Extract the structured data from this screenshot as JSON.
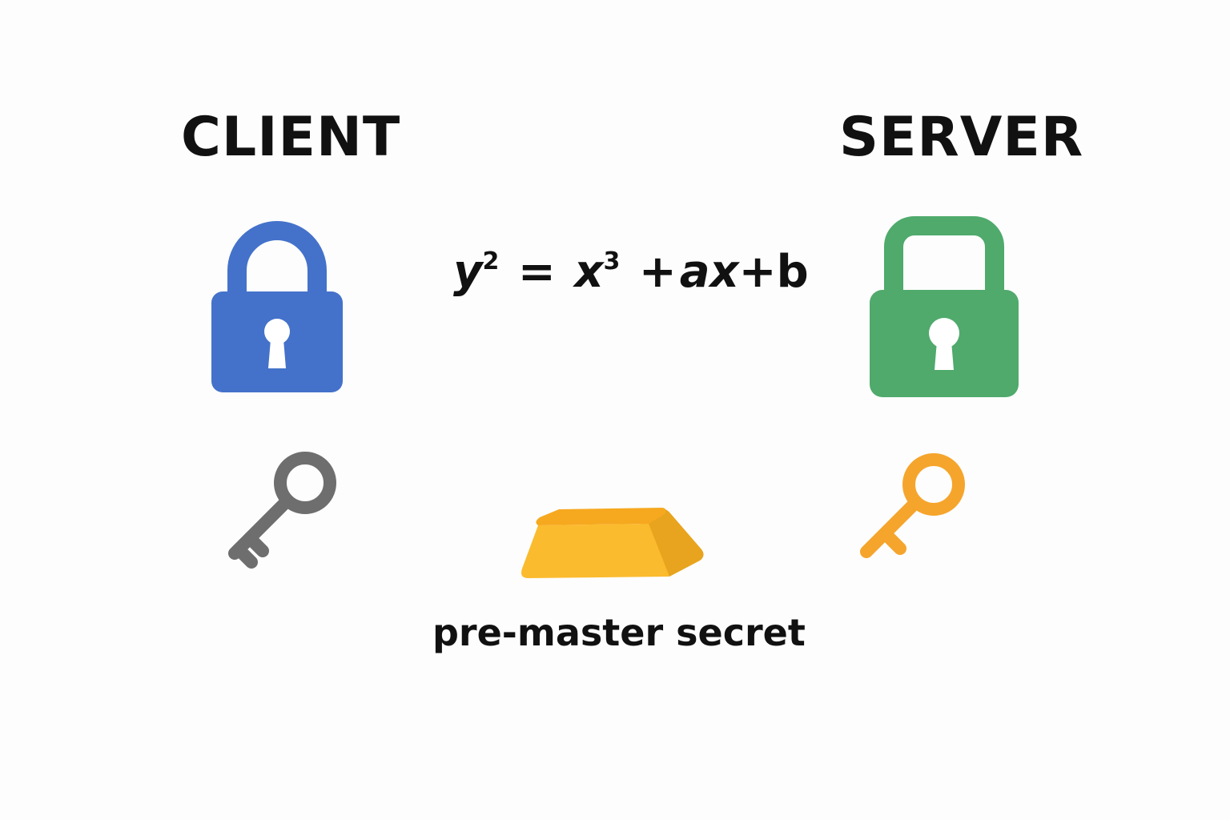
{
  "client": {
    "title": "CLIENT",
    "lock_icon": "padlock-icon",
    "lock_color": "#4472CA",
    "key_icon": "key-icon",
    "key_color": "#6E6E6E"
  },
  "server": {
    "title": "SERVER",
    "lock_icon": "padlock-icon",
    "lock_color": "#4FAA6C",
    "key_icon": "key-icon",
    "key_color": "#F5A52C"
  },
  "equation": {
    "y": "y",
    "y_exp": "2",
    "eq": "=",
    "x": "x",
    "x_exp": "3",
    "plus1": "+",
    "ax": "ax",
    "plus2": "+",
    "b": "b"
  },
  "secret": {
    "icon": "gold-bar-icon",
    "color": "#FBBB2E",
    "label": "pre-master secret"
  }
}
